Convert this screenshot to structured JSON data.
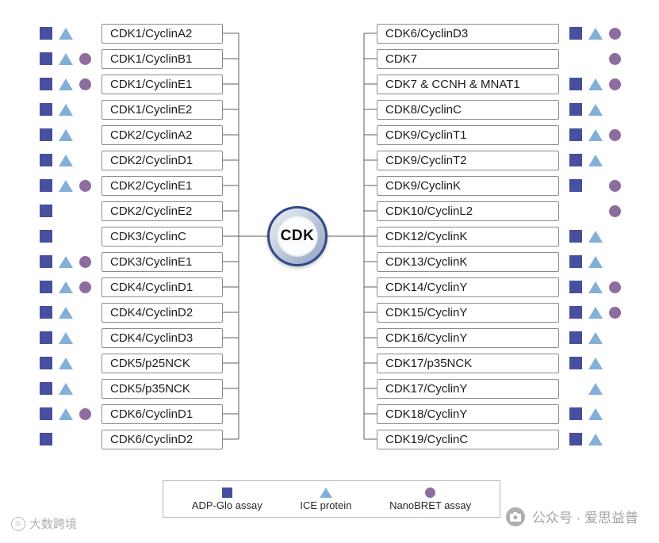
{
  "center": {
    "label": "CDK"
  },
  "colors": {
    "square": "#474f9e",
    "triangle": "#82b0d8",
    "circle": "#8d6d9d"
  },
  "left_items": [
    {
      "label": "CDK1/CyclinA2",
      "markers": [
        "square",
        "triangle"
      ]
    },
    {
      "label": "CDK1/CyclinB1",
      "markers": [
        "square",
        "triangle",
        "circle"
      ]
    },
    {
      "label": "CDK1/CyclinE1",
      "markers": [
        "square",
        "triangle",
        "circle"
      ]
    },
    {
      "label": "CDK1/CyclinE2",
      "markers": [
        "square",
        "triangle"
      ]
    },
    {
      "label": "CDK2/CyclinA2",
      "markers": [
        "square",
        "triangle"
      ]
    },
    {
      "label": "CDK2/CyclinD1",
      "markers": [
        "square",
        "triangle"
      ]
    },
    {
      "label": "CDK2/CyclinE1",
      "markers": [
        "square",
        "triangle",
        "circle"
      ]
    },
    {
      "label": "CDK2/CyclinE2",
      "markers": [
        "square"
      ]
    },
    {
      "label": "CDK3/CyclinC",
      "markers": [
        "square"
      ]
    },
    {
      "label": "CDK3/CyclinE1",
      "markers": [
        "square",
        "triangle",
        "circle"
      ]
    },
    {
      "label": "CDK4/CyclinD1",
      "markers": [
        "square",
        "triangle",
        "circle"
      ]
    },
    {
      "label": "CDK4/CyclinD2",
      "markers": [
        "square",
        "triangle"
      ]
    },
    {
      "label": "CDK4/CyclinD3",
      "markers": [
        "square",
        "triangle"
      ]
    },
    {
      "label": "CDK5/p25NCK",
      "markers": [
        "square",
        "triangle"
      ]
    },
    {
      "label": "CDK5/p35NCK",
      "markers": [
        "square",
        "triangle"
      ]
    },
    {
      "label": "CDK6/CyclinD1",
      "markers": [
        "square",
        "triangle",
        "circle"
      ]
    },
    {
      "label": "CDK6/CyclinD2",
      "markers": [
        "square"
      ]
    }
  ],
  "right_items": [
    {
      "label": "CDK6/CyclinD3",
      "markers": [
        "square",
        "triangle",
        "circle"
      ]
    },
    {
      "label": "CDK7",
      "markers": [
        "circle"
      ]
    },
    {
      "label": "CDK7 & CCNH & MNAT1",
      "markers": [
        "square",
        "triangle",
        "circle"
      ]
    },
    {
      "label": "CDK8/CyclinC",
      "markers": [
        "square",
        "triangle"
      ]
    },
    {
      "label": "CDK9/CyclinT1",
      "markers": [
        "square",
        "triangle",
        "circle"
      ]
    },
    {
      "label": "CDK9/CyclinT2",
      "markers": [
        "square",
        "triangle"
      ]
    },
    {
      "label": "CDK9/CyclinK",
      "markers": [
        "square",
        "circle"
      ]
    },
    {
      "label": "CDK10/CyclinL2",
      "markers": [
        "circle"
      ]
    },
    {
      "label": "CDK12/CyclinK",
      "markers": [
        "square",
        "triangle"
      ]
    },
    {
      "label": "CDK13/CyclinK",
      "markers": [
        "square",
        "triangle"
      ]
    },
    {
      "label": "CDK14/CyclinY",
      "markers": [
        "square",
        "triangle",
        "circle"
      ]
    },
    {
      "label": "CDK15/CyclinY",
      "markers": [
        "square",
        "triangle",
        "circle"
      ]
    },
    {
      "label": "CDK16/CyclinY",
      "markers": [
        "square",
        "triangle"
      ]
    },
    {
      "label": "CDK17/p35NCK",
      "markers": [
        "square",
        "triangle"
      ]
    },
    {
      "label": "CDK17/CyclinY",
      "markers": [
        "triangle"
      ]
    },
    {
      "label": "CDK18/CyclinY",
      "markers": [
        "square",
        "triangle"
      ]
    },
    {
      "label": "CDK19/CyclinC",
      "markers": [
        "square",
        "triangle"
      ]
    }
  ],
  "legend": {
    "items": [
      {
        "marker": "square",
        "label": "ADP-Glo assay"
      },
      {
        "marker": "triangle",
        "label": "ICE protein"
      },
      {
        "marker": "circle",
        "label": "NanoBRET assay"
      }
    ]
  },
  "watermarks": {
    "bottom_left": "大数跨境",
    "bottom_right": "公众号 · 爱思益普"
  }
}
